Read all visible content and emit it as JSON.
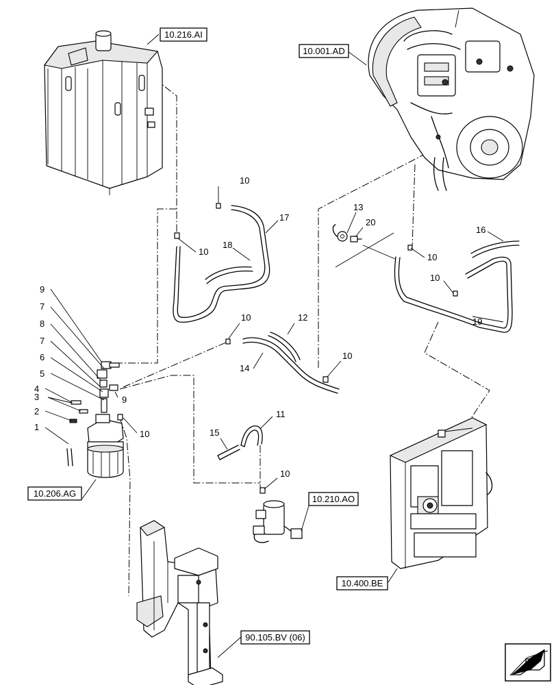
{
  "references": {
    "tank": "10.216.AI",
    "engine": "10.001.AD",
    "filter": "10.206.AG",
    "sensor": "10.210.AO",
    "radiator": "10.400.BE",
    "frame": "90.105.BV (06)"
  },
  "callouts": {
    "c1": "1",
    "c2": "2",
    "c3": "3",
    "c4": "4",
    "c5": "5",
    "c6": "6",
    "c7a": "7",
    "c7b": "7",
    "c8": "8",
    "c9a": "9",
    "c9b": "9",
    "c10a": "10",
    "c10b": "10",
    "c10c": "10",
    "c10d": "10",
    "c10e": "10",
    "c10f": "10",
    "c10g": "10",
    "c10h": "10",
    "c11": "11",
    "c12": "12",
    "c13": "13",
    "c14": "14",
    "c15": "15",
    "c16": "16",
    "c17": "17",
    "c18": "18",
    "c19": "19",
    "c20": "20"
  },
  "nav": {
    "icon": "arrow-icon"
  }
}
